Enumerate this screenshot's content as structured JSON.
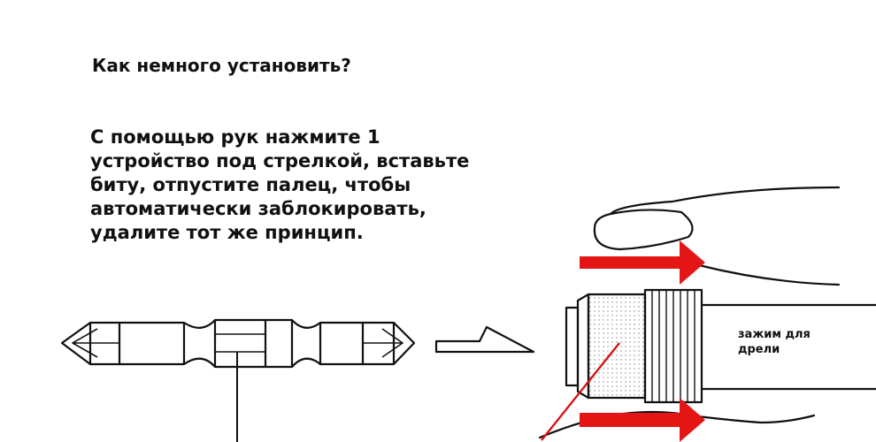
{
  "header": {
    "title": "Как немного установить?"
  },
  "instructions": {
    "lines": [
      "С помощью рук нажмите 1",
      "устройство под стрелкой, вставьте",
      "биту, отпустите палец, чтобы",
      "автоматически заблокировать,",
      "удалите тот же принцип."
    ]
  },
  "chuck": {
    "label": "зажим для дрели"
  },
  "colors": {
    "arrow": "#e41515",
    "line": "#111111",
    "pointer": "#d41414"
  },
  "icons": {
    "arrow": "red-arrow-icon",
    "process": "process-arrow-icon"
  }
}
